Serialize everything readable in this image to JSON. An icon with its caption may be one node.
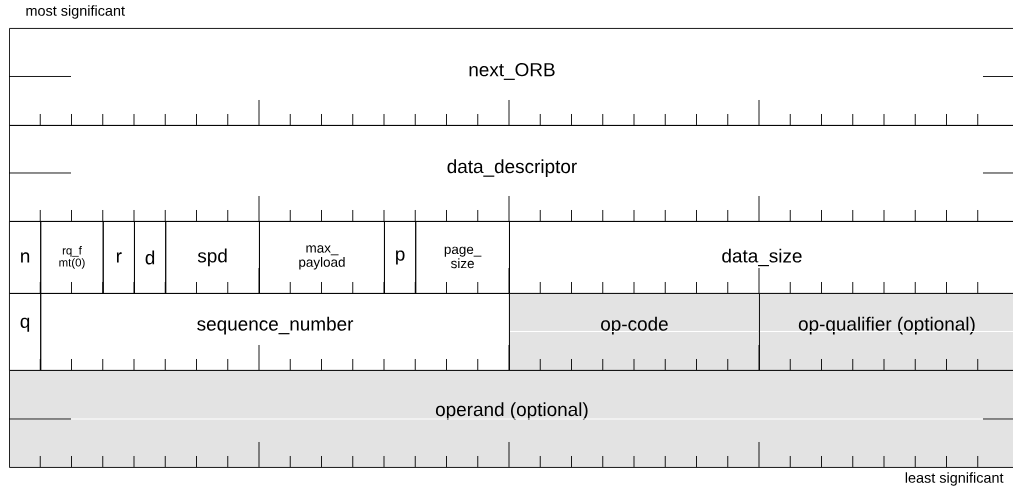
{
  "diagram": {
    "nodes": [
      {
        "text": [
          "next_ORB"
        ]
      },
      {
        "text": [
          "data_descriptor"
        ]
      },
      {
        "text": [
          "n"
        ]
      },
      {
        "text": [
          "rq_f mt(0)"
        ]
      },
      {
        "text": [
          "r"
        ]
      },
      {
        "text": [
          "d"
        ]
      },
      {
        "text": [
          "spd"
        ]
      },
      {
        "text": [
          "max_ payload"
        ]
      },
      {
        "text": [
          "p"
        ]
      },
      {
        "text": [
          "page_ size"
        ]
      },
      {
        "text": [
          "data_size"
        ]
      },
      {
        "text": [
          "q"
        ]
      },
      {
        "text": [
          "sequence_number"
        ]
      },
      {
        "text": [
          "op-code"
        ]
      },
      {
        "text": [
          "op-qualifier (optional)"
        ]
      },
      {
        "text": [
          "operand (optional)"
        ]
      }
    ],
    "labels": [
      "most significant",
      "least significant"
    ]
  }
}
